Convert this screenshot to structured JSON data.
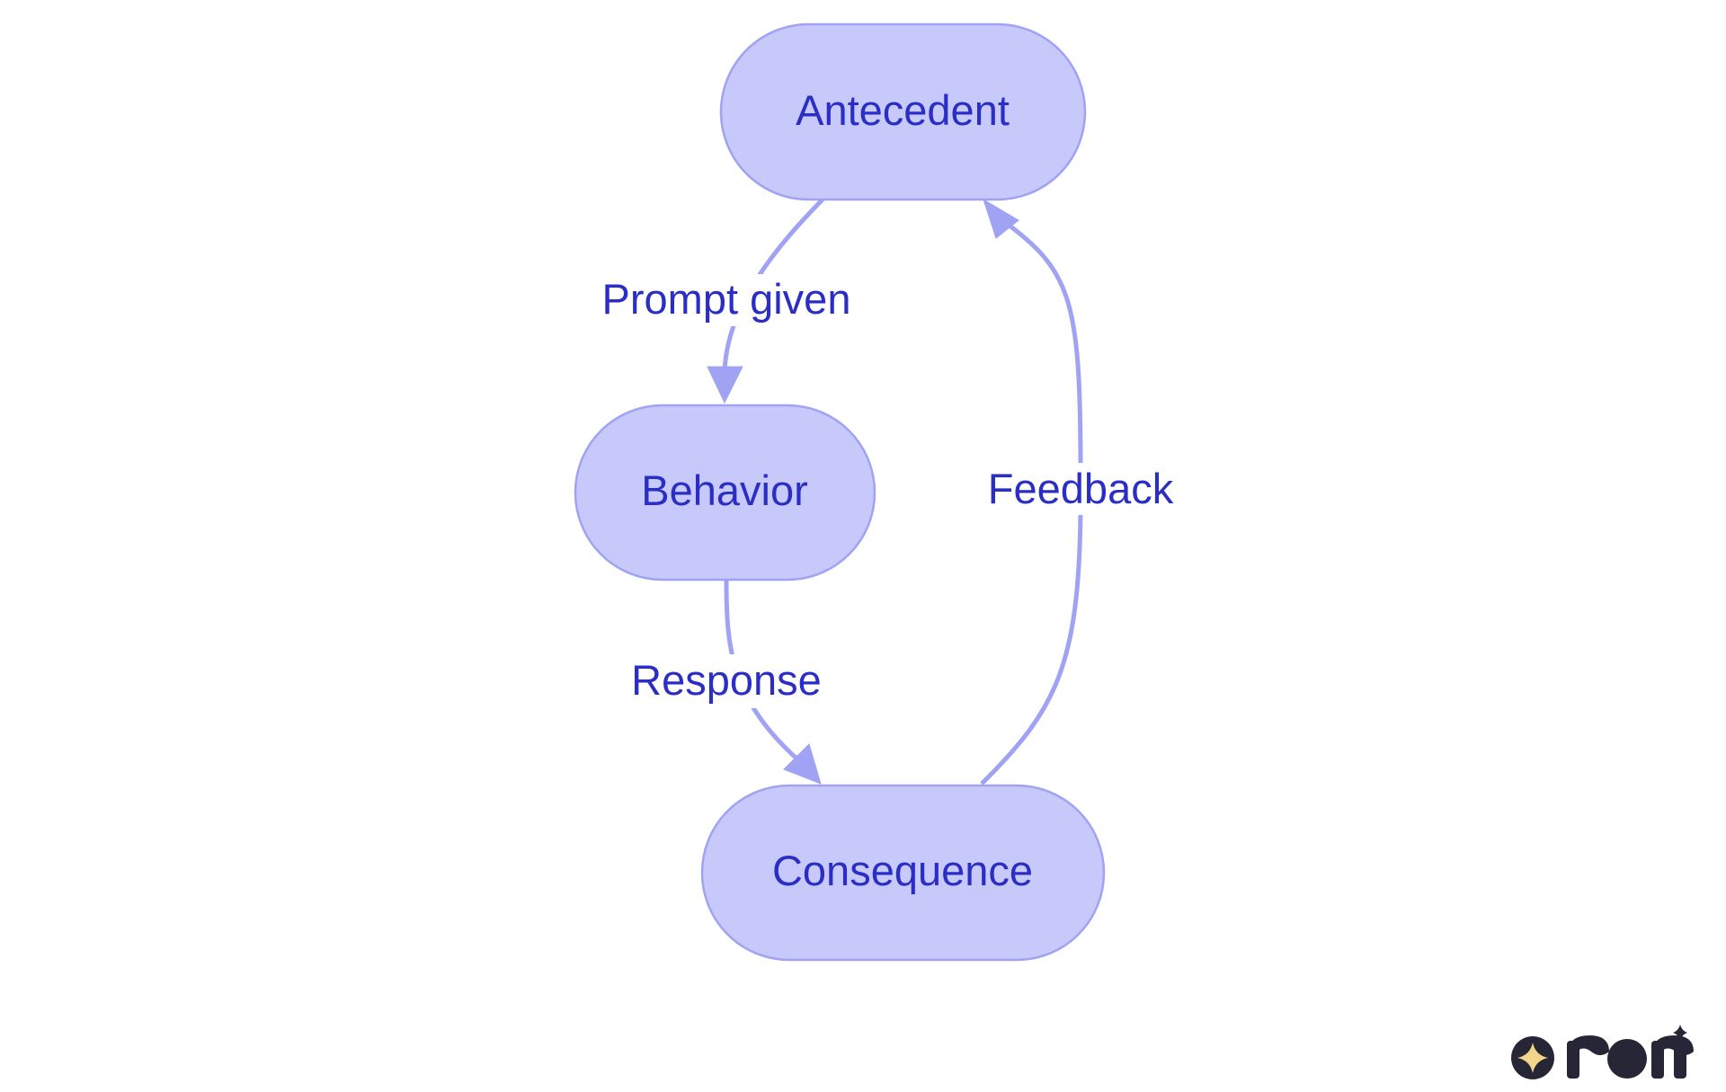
{
  "nodes": {
    "antecedent": "Antecedent",
    "behavior": "Behavior",
    "consequence": "Consequence"
  },
  "edges": {
    "prompt": "Prompt given",
    "response": "Response",
    "feedback": "Feedback"
  },
  "colors": {
    "node_fill": "#c8c9fb",
    "node_stroke": "#a0a3f3",
    "text": "#2a2ec4",
    "edge": "#a0a3f3",
    "logo_dark": "#262636",
    "logo_star": "#f2d48a"
  },
  "logo": {
    "icon": "sparkle-circle-icon",
    "wordmark_icon": "rori-wordmark-icon"
  }
}
